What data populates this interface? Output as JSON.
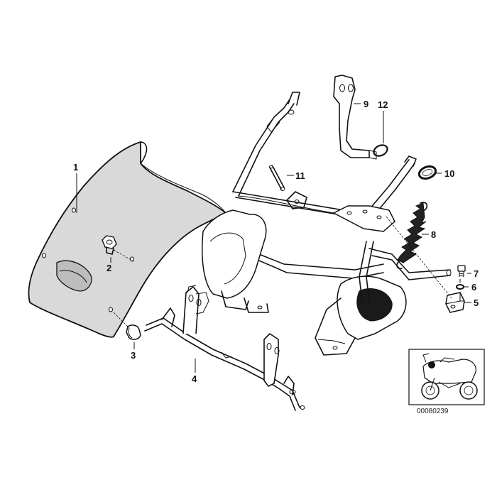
{
  "diagram": {
    "callouts": [
      {
        "number": "1",
        "part": "fairing-panel"
      },
      {
        "number": "2",
        "part": "screw"
      },
      {
        "number": "3",
        "part": "rubber-grommet"
      },
      {
        "number": "4",
        "part": "mounting-bracket"
      },
      {
        "number": "5",
        "part": "square-nut"
      },
      {
        "number": "6",
        "part": "washer"
      },
      {
        "number": "7",
        "part": "bolt"
      },
      {
        "number": "8",
        "part": "tension-spring"
      },
      {
        "number": "9",
        "part": "holder-arm"
      },
      {
        "number": "10",
        "part": "o-ring"
      },
      {
        "number": "11",
        "part": "pin"
      },
      {
        "number": "12",
        "part": "ring"
      }
    ],
    "diagram_id": "00080239"
  },
  "colors": {
    "line": "#111111",
    "fairing_fill": "#d9d9d9",
    "frame_fill": "#ffffff",
    "thumbnail_highlight": "#111111"
  }
}
